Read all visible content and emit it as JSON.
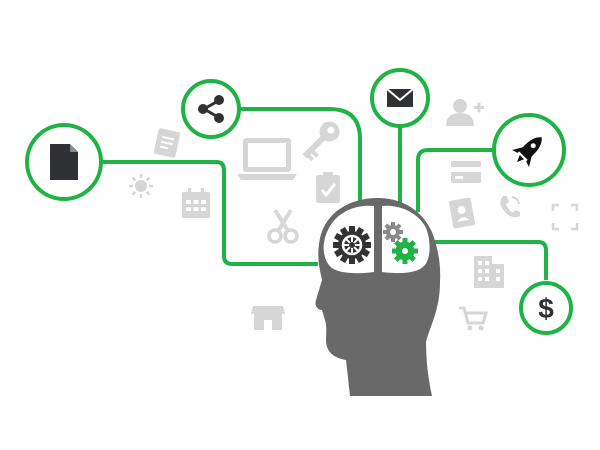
{
  "colors": {
    "background": "#ffffff",
    "connector_green": "#1fb345",
    "node_fill": "#ffffff",
    "icon_dark": "#2f3134",
    "head_gray": "#696969",
    "brain_fill": "#ffffff",
    "gear_dark": "#333333",
    "gear_gray": "#8a8a8a",
    "gear_green": "#1fb345",
    "faint_icon": "#d6d6d6"
  },
  "nodes": [
    {
      "name": "document-node",
      "icon": "document-icon"
    },
    {
      "name": "share-node",
      "icon": "share-icon"
    },
    {
      "name": "mail-node",
      "icon": "mail-icon"
    },
    {
      "name": "rocket-node",
      "icon": "rocket-icon"
    },
    {
      "name": "dollar-node",
      "icon": "dollar-icon",
      "glyph": "$"
    }
  ],
  "head": {
    "icon": "head-silhouette",
    "brain": {
      "left_hemisphere_icon": "gear-icon",
      "right_hemisphere_icons": [
        "gear-icon",
        "gear-icon"
      ]
    }
  },
  "background_icons": [
    "sun-icon",
    "note-icon",
    "calendar-icon",
    "laptop-icon",
    "key-icon",
    "clipboard-check-icon",
    "scissors-icon",
    "storefront-icon",
    "add-user-icon",
    "credit-card-icon",
    "address-book-icon",
    "phone-icon",
    "focus-frame-icon",
    "building-icon",
    "shopping-cart-icon"
  ]
}
